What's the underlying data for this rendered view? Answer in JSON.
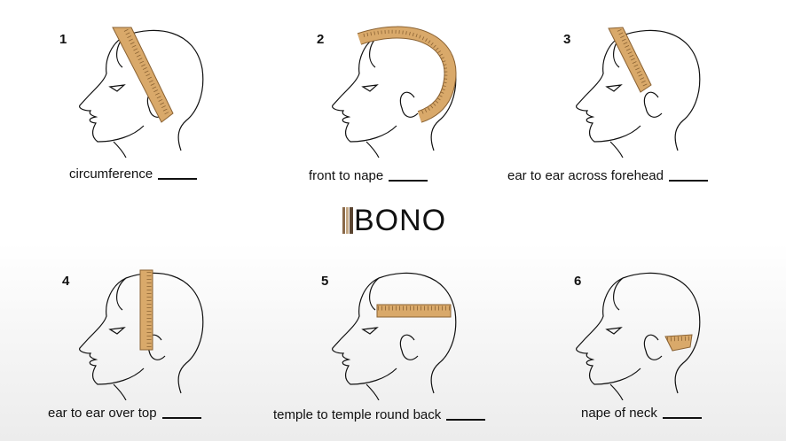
{
  "brand": {
    "name": "BONO",
    "stripe_colors": [
      "#8a6a4a",
      "#c4a884",
      "#5a4430"
    ]
  },
  "colors": {
    "tape": "#d9a96a",
    "tape_edge": "#8a6233",
    "line": "#111111"
  },
  "measurements": [
    {
      "number": "1",
      "label": "circumference",
      "tape": "diagonal-crown"
    },
    {
      "number": "2",
      "label": "front to nape",
      "tape": "front-to-nape"
    },
    {
      "number": "3",
      "label": "ear to ear across forehead",
      "tape": "diagonal-forehead"
    },
    {
      "number": "4",
      "label": "ear to ear over top",
      "tape": "vertical-top"
    },
    {
      "number": "5",
      "label": "temple to temple round back",
      "tape": "horizontal-back"
    },
    {
      "number": "6",
      "label": "nape of neck",
      "tape": "nape"
    }
  ]
}
